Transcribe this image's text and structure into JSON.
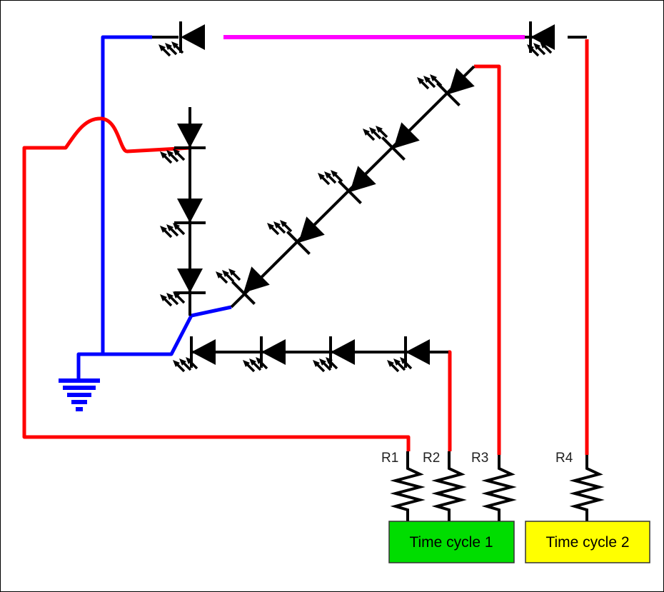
{
  "resistors": [
    {
      "id": "r1",
      "label": "R1"
    },
    {
      "id": "r2",
      "label": "R2"
    },
    {
      "id": "r3",
      "label": "R3"
    },
    {
      "id": "r4",
      "label": "R4"
    }
  ],
  "time_cycle_1": {
    "label": "Time cycle 1",
    "color": "#00dd00"
  },
  "time_cycle_2": {
    "label": "Time cycle 2",
    "color": "#ffff00"
  },
  "wire_colors": {
    "red": "#ff0000",
    "blue": "#0000ff",
    "magenta": "#ff00ff",
    "black": "#000000"
  }
}
